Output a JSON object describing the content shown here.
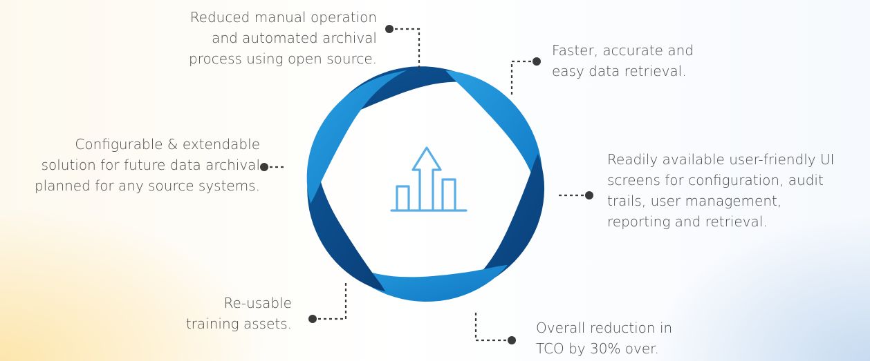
{
  "callouts": {
    "top_left": {
      "lines": [
        "Reduced manual operation",
        "and automated archival",
        "process using open source."
      ]
    },
    "top_right": {
      "lines": [
        "Faster, accurate and",
        "easy data retrieval."
      ]
    },
    "middle_left": {
      "lines": [
        "Configurable & extendable",
        "solution for future data archival",
        "planned for any source systems."
      ]
    },
    "middle_right": {
      "lines": [
        "Readily available user-friendly UI",
        "screens for configuration, audit",
        "trails, user management,",
        "reporting and retrieval."
      ]
    },
    "bottom_left": {
      "lines": [
        "Re-usable",
        "training assets."
      ]
    },
    "bottom_right": {
      "lines": [
        "Overall reduction in",
        "TCO by 30% over."
      ]
    }
  },
  "center_icon": "bar-growth-arrow-icon",
  "colors": {
    "ring_dark": "#0c4c8c",
    "ring_light": "#1a8fd6",
    "icon": "#5aaee6",
    "connector": "#3a3a3a",
    "text": "#4a4a4a"
  }
}
